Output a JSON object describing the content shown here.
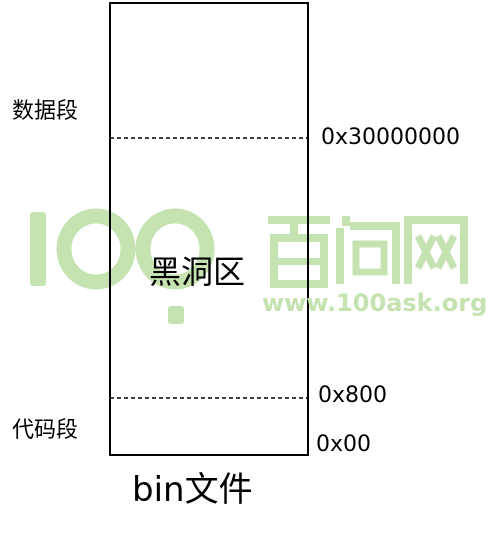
{
  "diagram": {
    "sections": {
      "data_segment": "数据段",
      "code_segment": "代码段",
      "hole": "黑洞区"
    },
    "addresses": {
      "data_start": "0x30000000",
      "code_end": "0x800",
      "origin": "0x00"
    },
    "caption": "bin文件"
  },
  "watermark": {
    "logo_text": "100百问网",
    "url": "www.100ask.org",
    "color": "#c5e3b0"
  }
}
